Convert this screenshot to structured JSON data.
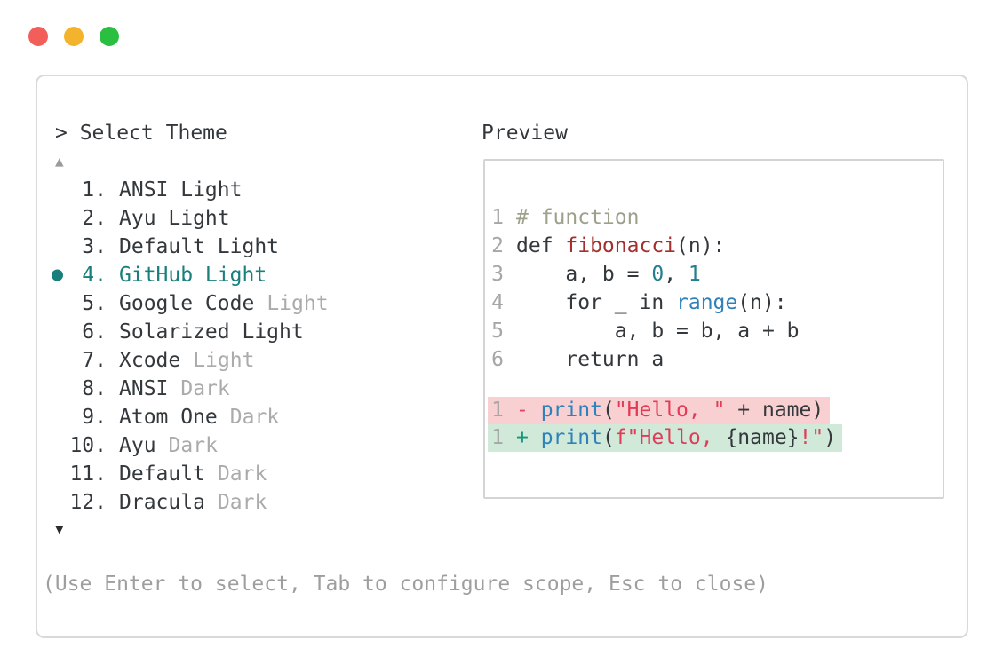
{
  "colors": {
    "text": "#33383c",
    "muted": "#9b9b9b",
    "suffix": "#ababab",
    "footer": "#9e9e9e",
    "line-number": "#a6a6a6",
    "arrow-dark": "#2c2c2c",
    "selected": "#187f7c",
    "window-border": "#d9d9d9",
    "preview-border": "#d4d4d4",
    "comment": "#9ba18b",
    "function": "#a52f2f",
    "number": "#217f8e",
    "builtin": "#2f82b9",
    "string": "#e23b57",
    "diff-minus": "#e0436a",
    "diff-plus": "#16967c",
    "removed-bg": "#f9d0d1",
    "added-bg": "#d0e9d9"
  },
  "window": {
    "traffic_lights": [
      {
        "name": "close",
        "color": "#f25f5a"
      },
      {
        "name": "minimize",
        "color": "#f4b32d"
      },
      {
        "name": "zoom",
        "color": "#2abf40"
      }
    ],
    "prompt": "> Select Theme",
    "scroll_up_indicator": "▲",
    "scroll_down_indicator": "▼",
    "footer_hint": "(Use Enter to select, Tab to configure scope, Esc to close)"
  },
  "theme_list": {
    "selected_number": "4.",
    "items": [
      {
        "number": "1.",
        "name": "ANSI Light",
        "suffix": "",
        "selected": false
      },
      {
        "number": "2.",
        "name": "Ayu Light",
        "suffix": "",
        "selected": false
      },
      {
        "number": "3.",
        "name": "Default Light",
        "suffix": "",
        "selected": false
      },
      {
        "number": "4.",
        "name": "GitHub Light",
        "suffix": "",
        "selected": true
      },
      {
        "number": "5.",
        "name": "Google Code",
        "suffix": "Light",
        "selected": false
      },
      {
        "number": "6.",
        "name": "Solarized Light",
        "suffix": "",
        "selected": false
      },
      {
        "number": "7.",
        "name": "Xcode",
        "suffix": "Light",
        "selected": false
      },
      {
        "number": "8.",
        "name": "ANSI",
        "suffix": "Dark",
        "selected": false
      },
      {
        "number": "9.",
        "name": "Atom One",
        "suffix": "Dark",
        "selected": false
      },
      {
        "number": "10.",
        "name": "Ayu",
        "suffix": "Dark",
        "selected": false
      },
      {
        "number": "11.",
        "name": "Default",
        "suffix": "Dark",
        "selected": false
      },
      {
        "number": "12.",
        "name": "Dracula",
        "suffix": "Dark",
        "selected": false
      }
    ]
  },
  "preview": {
    "label": "Preview",
    "code_lines": [
      {
        "num": "1",
        "segments": [
          {
            "text": "# function",
            "color": "comment"
          }
        ]
      },
      {
        "num": "2",
        "segments": [
          {
            "text": "def ",
            "color": "text"
          },
          {
            "text": "fibonacci",
            "color": "function"
          },
          {
            "text": "(n):",
            "color": "text"
          }
        ]
      },
      {
        "num": "3",
        "segments": [
          {
            "text": "    a, b = ",
            "color": "text"
          },
          {
            "text": "0",
            "color": "number"
          },
          {
            "text": ", ",
            "color": "text"
          },
          {
            "text": "1",
            "color": "number"
          }
        ]
      },
      {
        "num": "4",
        "segments": [
          {
            "text": "    for _ in ",
            "color": "text"
          },
          {
            "text": "range",
            "color": "builtin"
          },
          {
            "text": "(n):",
            "color": "text"
          }
        ]
      },
      {
        "num": "5",
        "segments": [
          {
            "text": "        a, b = b, a + b",
            "color": "text"
          }
        ]
      },
      {
        "num": "6",
        "segments": [
          {
            "text": "    return a",
            "color": "text"
          }
        ]
      },
      {
        "num": "",
        "blank": true,
        "segments": []
      },
      {
        "num": "1",
        "diff": "removed",
        "segments": [
          {
            "text": "- ",
            "color": "diff-minus"
          },
          {
            "text": "print",
            "color": "builtin"
          },
          {
            "text": "(",
            "color": "text"
          },
          {
            "text": "\"Hello, \"",
            "color": "string"
          },
          {
            "text": " + name)",
            "color": "text"
          }
        ]
      },
      {
        "num": "1",
        "diff": "added",
        "segments": [
          {
            "text": "+ ",
            "color": "diff-plus"
          },
          {
            "text": "print",
            "color": "builtin"
          },
          {
            "text": "(",
            "color": "text"
          },
          {
            "text": "f\"Hello, ",
            "color": "string"
          },
          {
            "text": "{name}",
            "color": "text"
          },
          {
            "text": "!\"",
            "color": "string"
          },
          {
            "text": ")",
            "color": "text"
          }
        ]
      }
    ]
  }
}
